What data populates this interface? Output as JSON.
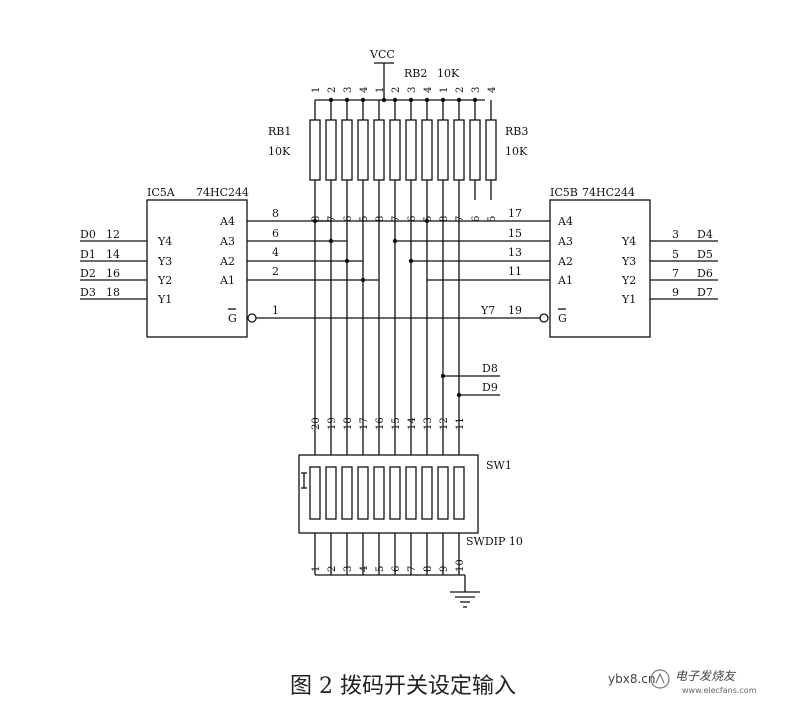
{
  "vcc": "VCC",
  "rb2": {
    "label": "RB2",
    "value": "10K",
    "pins": [
      "1",
      "2",
      "3",
      "4",
      "1",
      "2",
      "3",
      "4",
      "1",
      "2",
      "3",
      "4"
    ]
  },
  "rb1": {
    "label": "RB1",
    "value": "10K"
  },
  "rb3": {
    "label": "RB3",
    "value": "10K"
  },
  "ic5a": {
    "ref": "IC5A",
    "part": "74HC244",
    "left_pins": [
      {
        "net": "D0",
        "num": "12",
        "name": "Y4"
      },
      {
        "net": "D1",
        "num": "14",
        "name": "Y3"
      },
      {
        "net": "D2",
        "num": "16",
        "name": "Y2"
      },
      {
        "net": "D3",
        "num": "18",
        "name": "Y1"
      }
    ],
    "right_pins": [
      {
        "name": "A4",
        "num": "8"
      },
      {
        "name": "A3",
        "num": "6"
      },
      {
        "name": "A2",
        "num": "4"
      },
      {
        "name": "A1",
        "num": "2"
      },
      {
        "name": "G",
        "num": "1"
      }
    ]
  },
  "ic5b": {
    "ref": "IC5B",
    "part": "74HC244",
    "left_pins": [
      {
        "num": "17",
        "name": "A4"
      },
      {
        "num": "15",
        "name": "A3"
      },
      {
        "num": "13",
        "name": "A2"
      },
      {
        "num": "11",
        "name": "A1"
      },
      {
        "num": "19",
        "name": "G",
        "net": "Y7"
      }
    ],
    "right_pins": [
      {
        "name": "Y4",
        "num": "3",
        "net": "D4"
      },
      {
        "name": "Y3",
        "num": "5",
        "net": "D5"
      },
      {
        "name": "Y2",
        "num": "7",
        "net": "D6"
      },
      {
        "name": "Y1",
        "num": "9",
        "net": "D7"
      }
    ]
  },
  "rp_bottom_pins": [
    "8",
    "7",
    "6",
    "5",
    "8",
    "7",
    "6",
    "5",
    "8",
    "7",
    "6",
    "5"
  ],
  "nets_extra": [
    "D8",
    "D9"
  ],
  "sw1": {
    "ref": "SW1",
    "part": "SWDIP 10",
    "top_pins": [
      "20",
      "19",
      "18",
      "17",
      "16",
      "15",
      "14",
      "13",
      "12",
      "11"
    ],
    "bottom_pins": [
      "1",
      "2",
      "3",
      "4",
      "5",
      "6",
      "7",
      "8",
      "9",
      "10"
    ]
  },
  "caption": "图 2  拨码开关设定输入",
  "watermark": {
    "site": "ybx8.cn",
    "brand": "电子发烧友",
    "url": "www.elecfans.com"
  }
}
